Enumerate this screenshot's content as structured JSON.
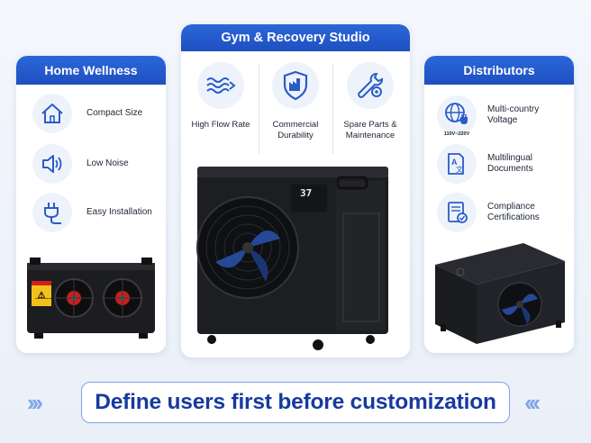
{
  "panels": {
    "left": {
      "title": "Home Wellness",
      "features": [
        {
          "label": "Compact Size",
          "icon": "house-icon"
        },
        {
          "label": "Low Noise",
          "icon": "speaker-icon"
        },
        {
          "label": "Easy Installation",
          "icon": "plug-icon"
        }
      ],
      "product_warning": "GENERAL WARNING"
    },
    "middle": {
      "title": "Gym & Recovery Studio",
      "features": [
        {
          "label": "High Flow Rate",
          "icon": "flow-icon"
        },
        {
          "label": "Commercial Durability",
          "icon": "shield-factory-icon"
        },
        {
          "label": "Spare Parts & Maintenance",
          "icon": "wrench-gear-icon"
        }
      ],
      "display_reading": "37"
    },
    "right": {
      "title": "Distributors",
      "features": [
        {
          "label": "Multi-country Voltage",
          "icon": "globe-plug-icon",
          "caption": "110V~220V"
        },
        {
          "label": "Multilingual Documents",
          "icon": "translate-icon"
        },
        {
          "label": "Compliance Certifications",
          "icon": "certificate-icon"
        }
      ]
    }
  },
  "banner": {
    "text": "Define users first before customization"
  },
  "chevrons": {
    "left": "›››",
    "right": "‹‹‹"
  },
  "colors": {
    "accent": "#1f4fc0",
    "banner_text": "#173a9e",
    "icon_blue": "#2a5cc8",
    "chevron": "#7ea5e8"
  }
}
